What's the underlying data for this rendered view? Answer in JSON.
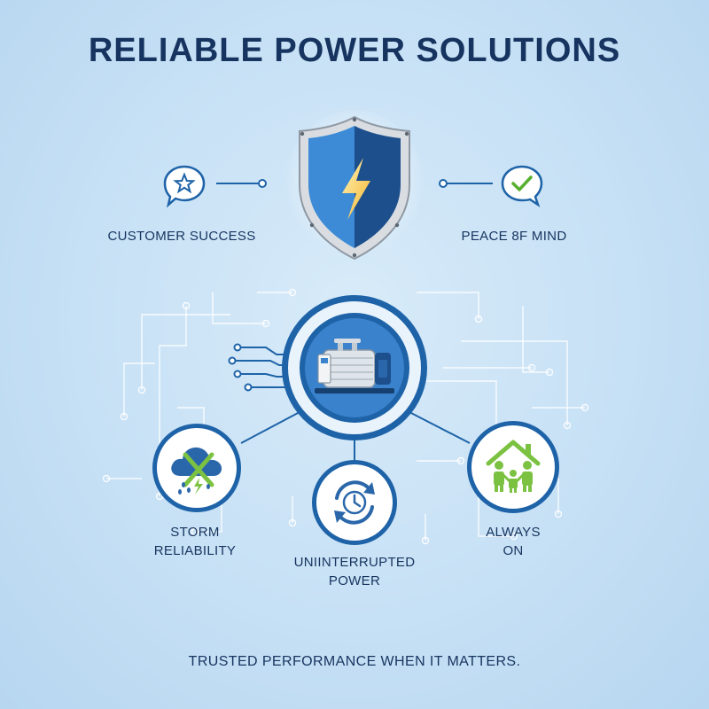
{
  "title": "RELIABLE POWER SOLUTIONS",
  "features": {
    "customer_success": "CUSTOMER SUCCESS",
    "peace_of_mind": "PEACE 8F MIND",
    "storm_line1": "STORM",
    "storm_line2": "RELIABILITY",
    "uninterrupted_line1": "UNIINTERRUPTED",
    "uninterrupted_line2": "POWER",
    "always_line1": "ALWAYS",
    "always_line2": "ON"
  },
  "tagline": "TRUSTED PERFORMANCE WHEN IT MATTERS.",
  "colors": {
    "background": "#c6e0f5",
    "navy_text": "#16345f",
    "accent_blue": "#1e63a8",
    "shield_blue": "#2f7dc9",
    "bolt_yellow": "#ffd24a",
    "check_green": "#59b030",
    "family_green": "#7cc242"
  },
  "icons": [
    "star-speech-icon",
    "check-speech-icon",
    "shield-bolt-icon",
    "generator-icon",
    "storm-cloud-icon",
    "clock-cycle-icon",
    "home-family-icon"
  ]
}
